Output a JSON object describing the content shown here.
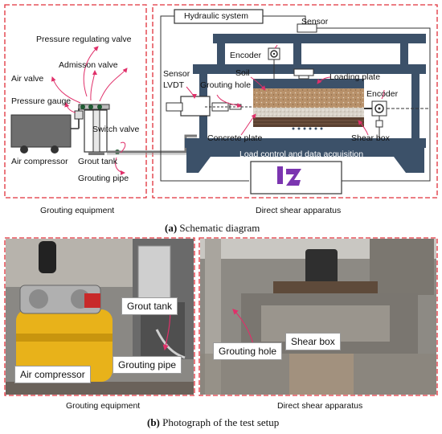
{
  "schematic": {
    "labels": {
      "pressure_regulating_valve": "Pressure regulating valve",
      "admission_valve": "Admisson valve",
      "air_valve": "Air valve",
      "pressure_gauge": "Pressure gauge",
      "switch_valve": "Switch valve",
      "air_compressor": "Air compressor",
      "grout_tank": "Grout tank",
      "grouting_pipe": "Grouting pipe",
      "hydraulic_system": "Hydraulic system",
      "sensor_top": "Sensor",
      "encoder_top": "Encoder",
      "sensor_left": "Sensor",
      "lvdt": "LVDT",
      "soil": "Soil",
      "loading_plate": "Loading plate",
      "grouting_hole": "Grouting hole",
      "encoder_right": "Encoder",
      "concrete_plate": "Concrete plate",
      "shear_box": "Shear box",
      "load_control": "Load control and data acquisition"
    },
    "panel_left_title": "Grouting equipment",
    "panel_right_title": "Direct shear apparatus",
    "caption_bold": "(a)",
    "caption_text": " Schematic diagram"
  },
  "photo": {
    "labels": {
      "grout_tank": "Grout tank",
      "air_compressor": "Air compressor",
      "grouting_pipe": "Grouting pipe",
      "grouting_hole": "Grouting hole",
      "shear_box": "Shear box"
    },
    "panel_left_title": "Grouting equipment",
    "panel_right_title": "Direct shear apparatus",
    "caption_bold": "(b)",
    "caption_text": " Photograph of the test setup"
  },
  "colors": {
    "dashed_border": "#e0303a",
    "frame": "#3c5169",
    "arrow": "#e0306a",
    "soil": "#b8916a",
    "concrete": "#c9c2b8",
    "logo": "#7b35b0"
  }
}
